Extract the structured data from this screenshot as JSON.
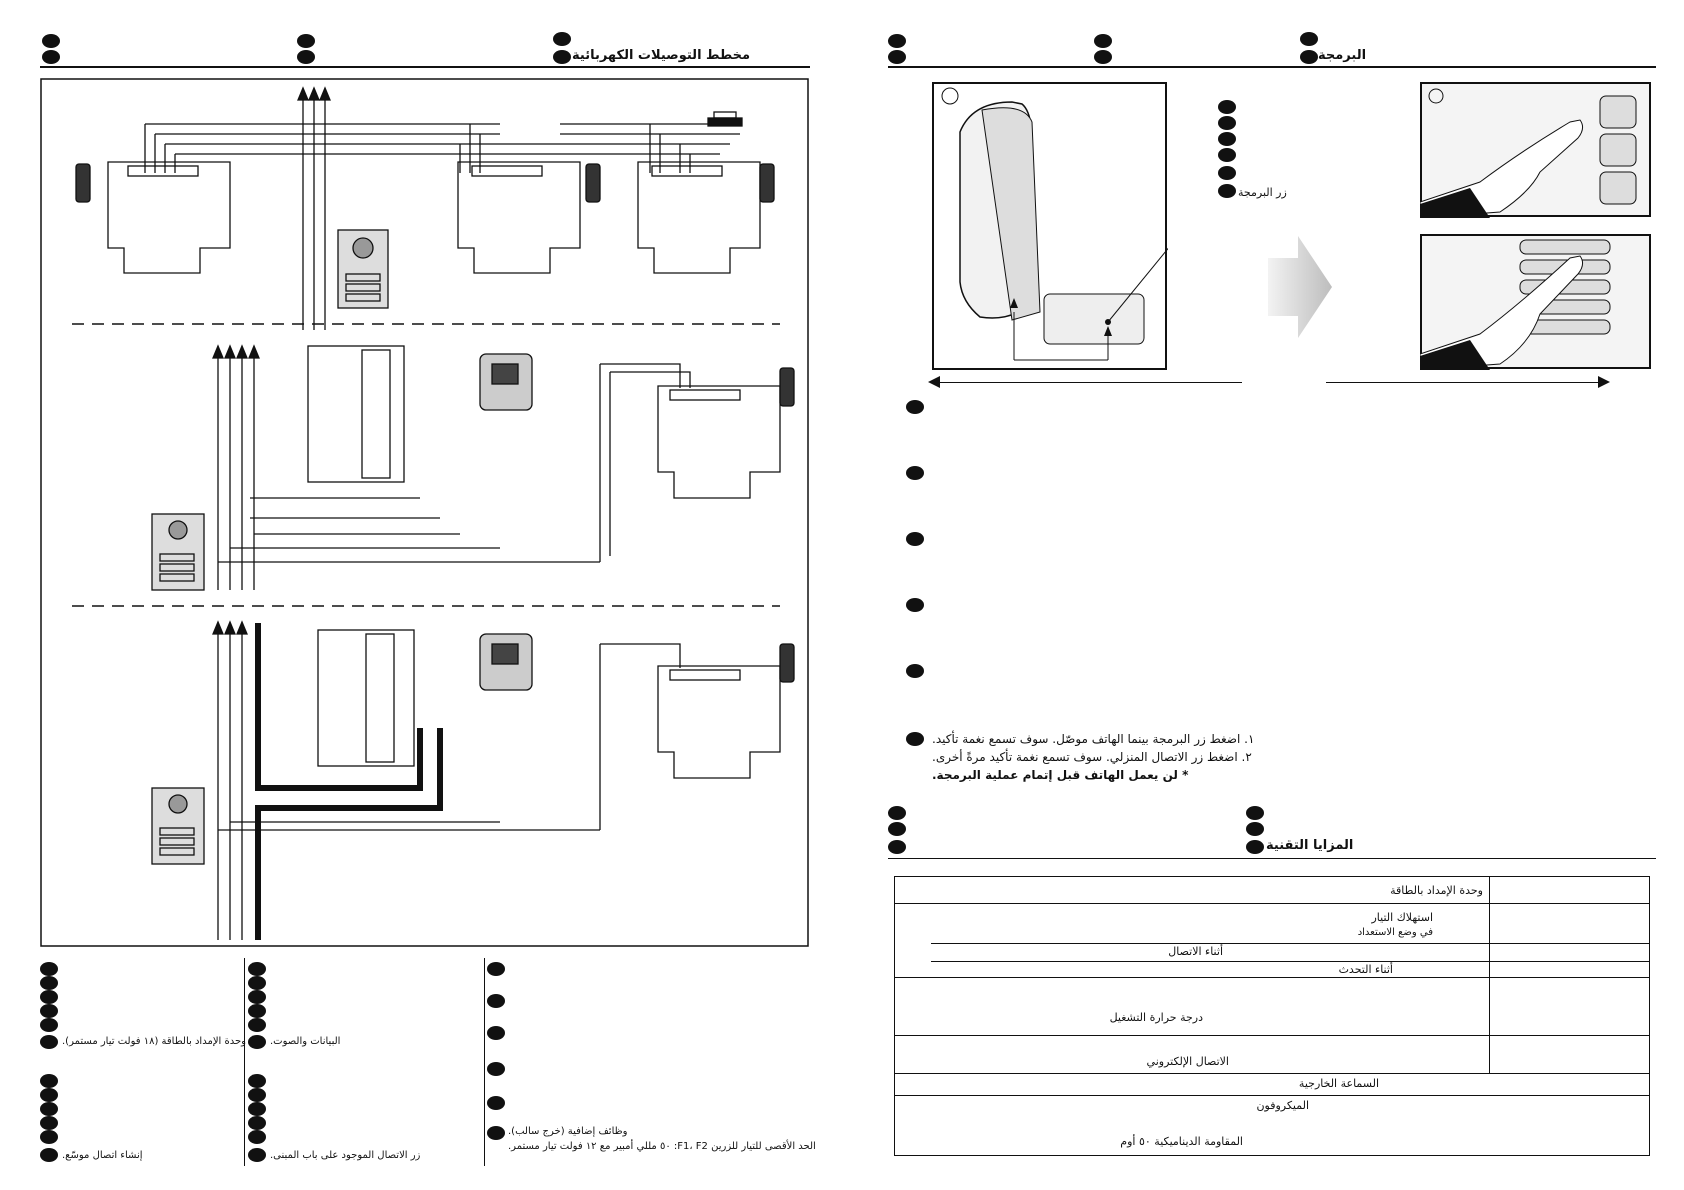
{
  "left_page": {
    "title": "مخطط التوصيلات الكهربائية",
    "legend_col1": [
      "وحدة الإمداد بالطاقة (١٨ فولت تيار مستمر).",
      "إنشاء اتصال موسّع."
    ],
    "legend_col2": [
      "البيانات والصوت.",
      "زر الاتصال الموجود على باب المبنى."
    ],
    "legend_col3": [
      "وظائف إضافية (خرج سالب).",
      "الحد الأقصى للتيار للزرين F1، F2: ٥٠ مللي أمبير مع ١٢ فولت تيار مستمر."
    ]
  },
  "right_page": {
    "title": "البرمجة",
    "program_button_label": "زر البرمجة",
    "steps": [
      "١. اضغط زر البرمجة بينما الهاتف موصّل. سوف تسمع نغمة تأكيد.",
      "٢. اضغط زر الاتصال المنزلي. سوف تسمع نغمة تأكيد مرةً أخرى.",
      "* لن يعمل الهاتف قبل إتمام عملية البرمجة."
    ],
    "tech_title": "المزايا التقنية",
    "spec_rows": [
      {
        "label": "وحدة الإمداد بالطاقة"
      },
      {
        "label": "استهلاك التيار",
        "sub": "في وضع الاستعداد"
      },
      {
        "label": "أثناء الاتصال"
      },
      {
        "label": "أثناء التحدث"
      },
      {
        "label": "درجة حرارة التشغيل"
      },
      {
        "label": "الاتصال الإلكتروني"
      },
      {
        "label": "السماعة الخارجية"
      },
      {
        "label": "الميكروفون",
        "sub": "المقاومة الديناميكية ٥٠ أوم"
      }
    ]
  }
}
